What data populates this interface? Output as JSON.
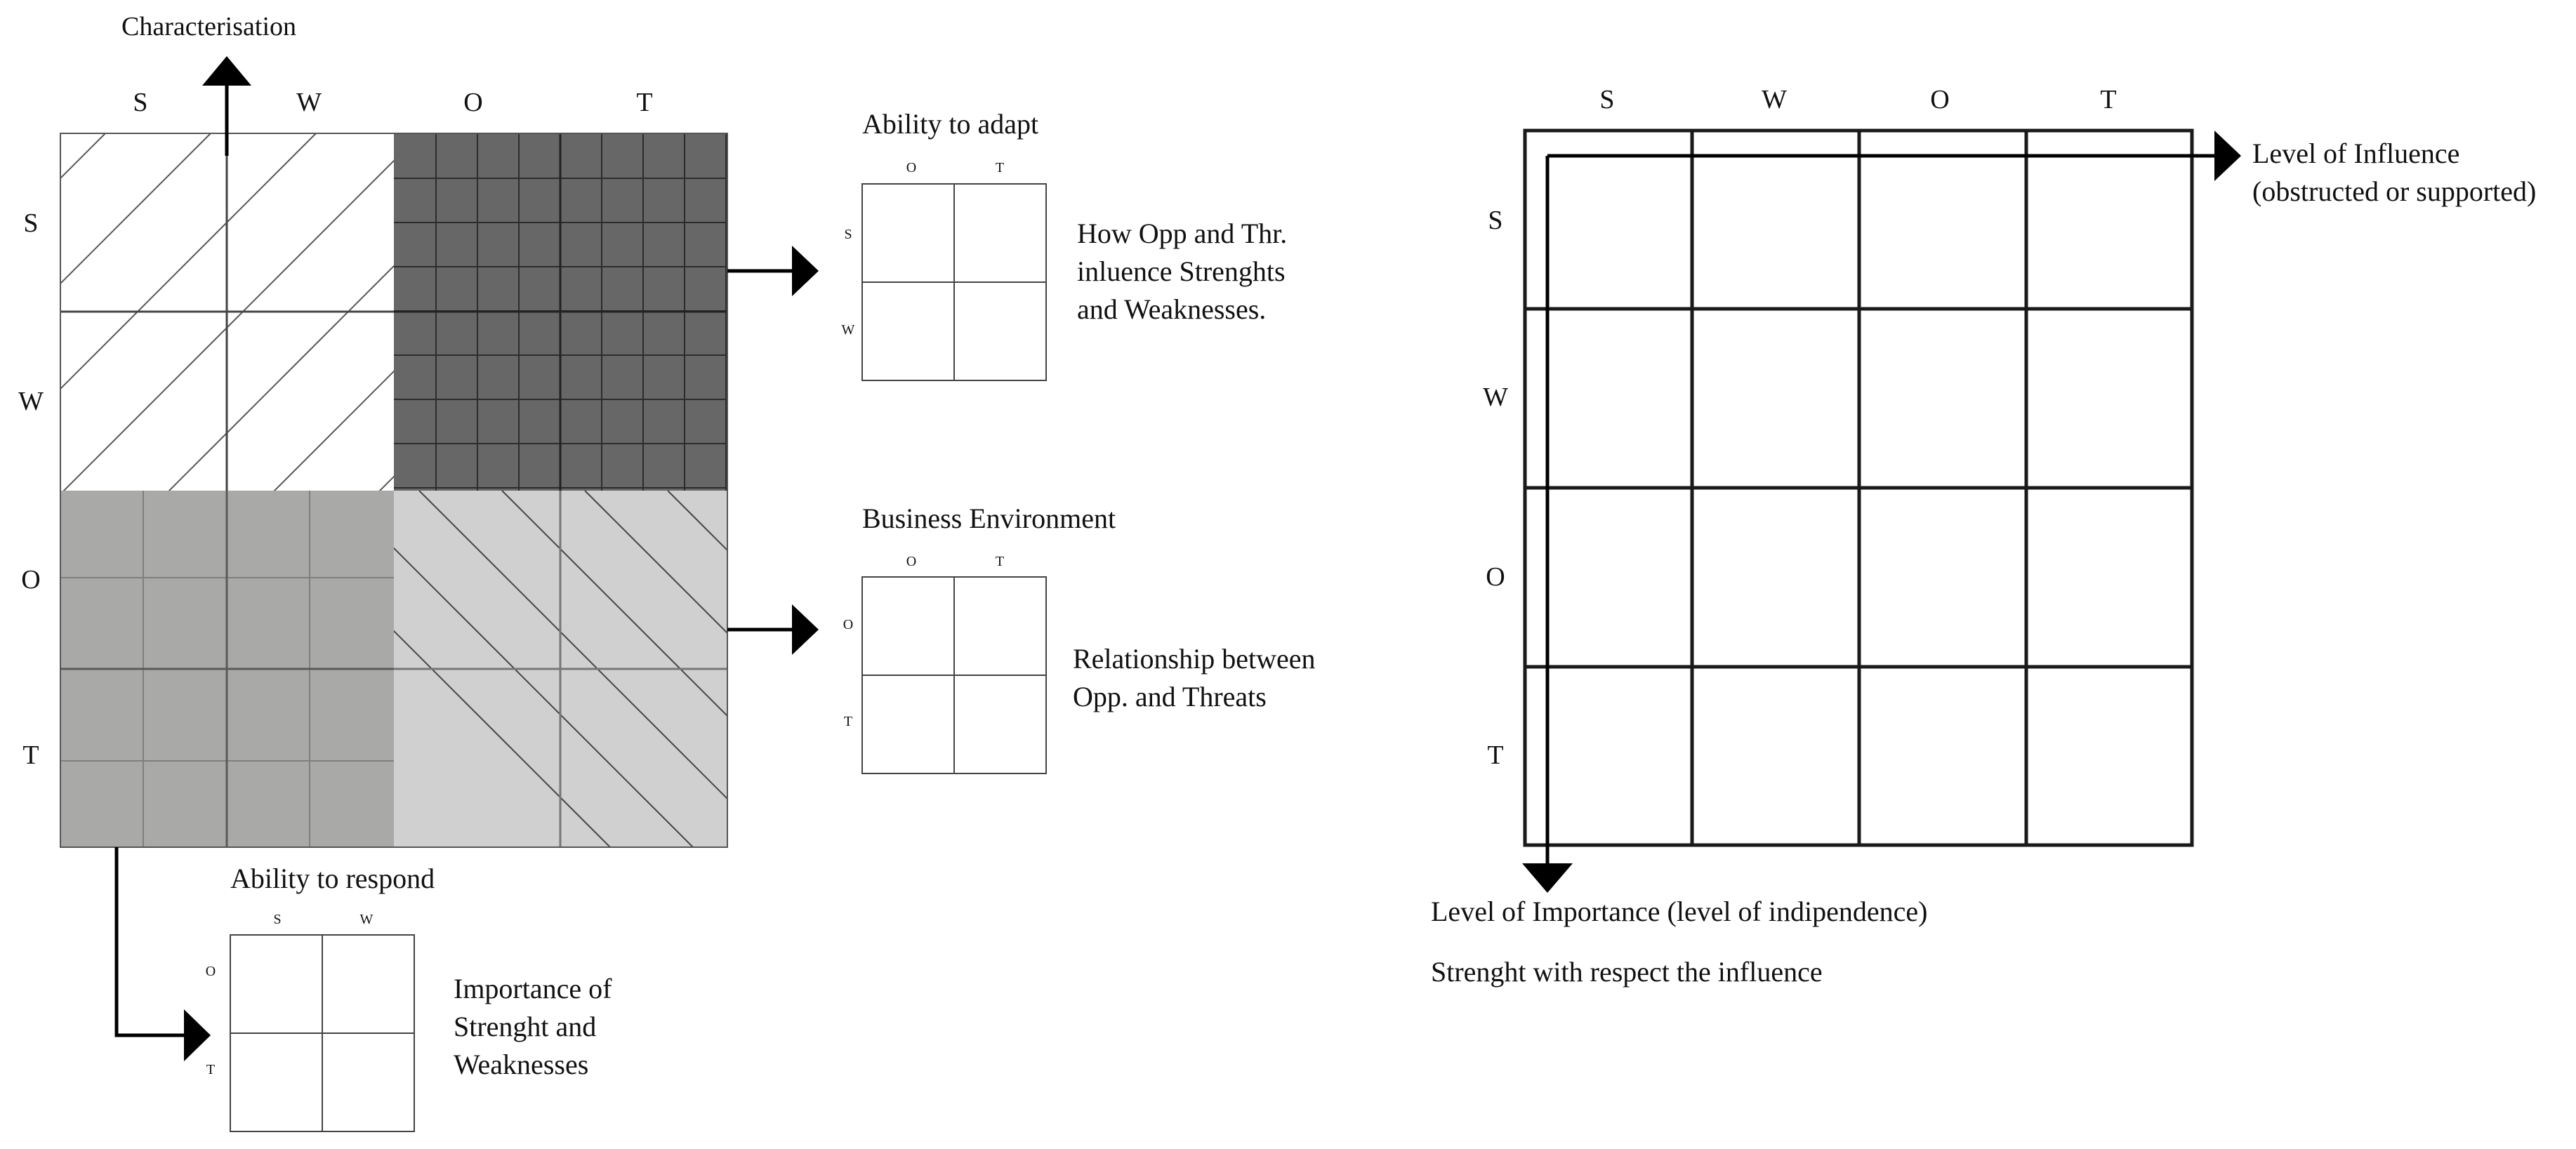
{
  "swot_letters": [
    "S",
    "W",
    "O",
    "T"
  ],
  "left": {
    "characterisation": "Characterisation",
    "adapt": {
      "title": "Ability to adapt",
      "cols": [
        "O",
        "T"
      ],
      "rows": [
        "S",
        "W"
      ],
      "desc": [
        "How Opp and Thr.",
        "inluence Strenghts",
        "and Weaknesses."
      ]
    },
    "business": {
      "title": "Business Environment",
      "cols": [
        "O",
        "T"
      ],
      "rows": [
        "O",
        "T"
      ],
      "desc": [
        "Relationship between",
        "Opp. and Threats"
      ]
    },
    "respond": {
      "title": "Ability to respond",
      "cols": [
        "S",
        "W"
      ],
      "rows": [
        "O",
        "T"
      ],
      "desc": [
        "Importance of",
        "Strenght and",
        "Weaknesses"
      ]
    }
  },
  "right": {
    "influence": [
      "Level of Influence",
      "(obstructed or supported)"
    ],
    "importance": "Level of Importance (level of indipendence)",
    "strength_note": "Strenght with respect the influence"
  },
  "colors": {
    "quadrant_sw_fill": "#ffffff",
    "quadrant_ot_fill": "#d0d0d0",
    "quadrant_top_right_fill": "#676767",
    "quadrant_bottom_left_fill": "#a9a9a7",
    "line": "#1a1a1a"
  }
}
